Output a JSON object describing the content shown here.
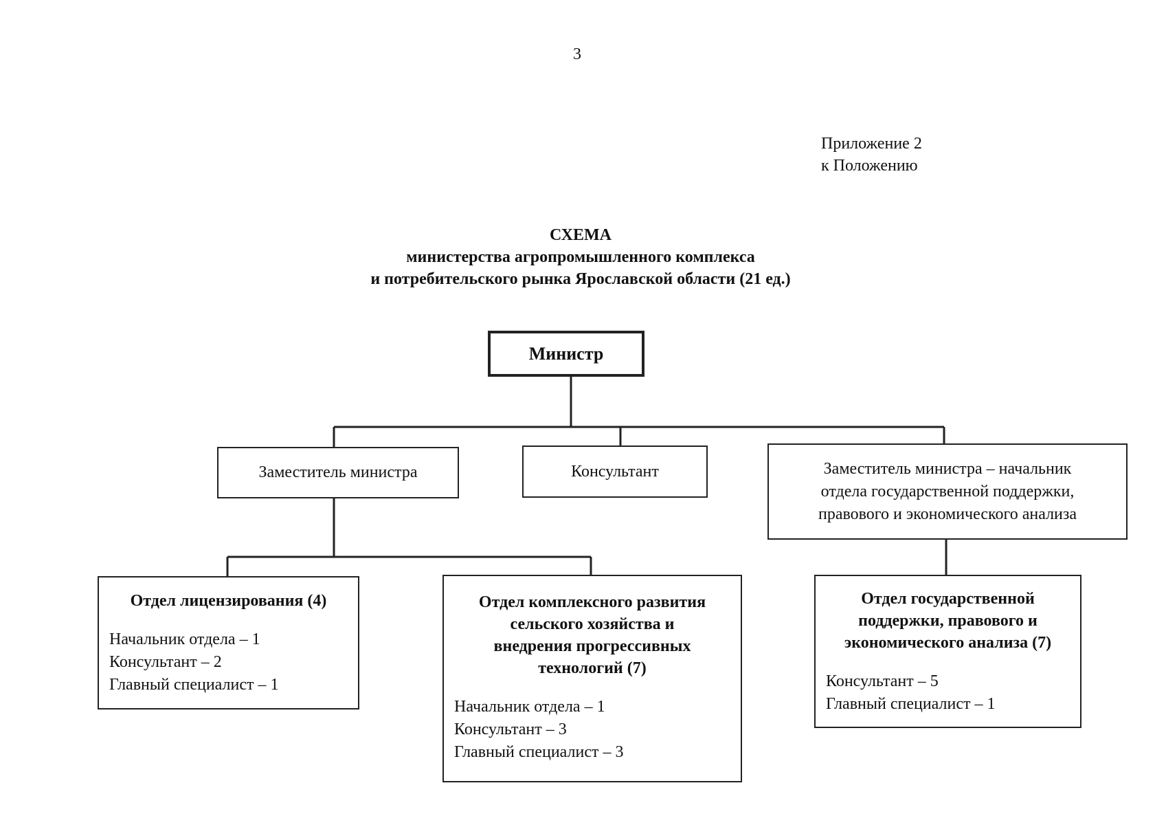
{
  "page_number": "3",
  "appendix": {
    "line1": "Приложение 2",
    "line2": "к Положению"
  },
  "title": {
    "line1": "СХЕМА",
    "line2": "министерства агропромышленного комплекса",
    "line3": "и потребительского рынка Ярославской области (21 ед.)"
  },
  "nodes": {
    "minister": "Министр",
    "deputy": "Заместитель министра",
    "consultant": "Консультант",
    "deputy_head": {
      "line1": "Заместитель министра – начальник",
      "line2": "отдела государственной поддержки,",
      "line3": "правового и экономического анализа"
    },
    "dept_licensing": {
      "title": "Отдел лицензирования (4)",
      "staff": [
        "Начальник отдела – 1",
        "Консультант – 2",
        "Главный специалист – 1"
      ]
    },
    "dept_agri": {
      "title": [
        "Отдел комплексного развития",
        "сельского хозяйства и",
        "внедрения прогрессивных",
        "технологий (7)"
      ],
      "staff": [
        "Начальник отдела – 1",
        "Консультант – 3",
        "Главный специалист – 3"
      ]
    },
    "dept_support": {
      "title": [
        "Отдел государственной",
        "поддержки, правового и",
        "экономического анализа (7)"
      ],
      "staff": [
        "Консультант – 5",
        "Главный специалист – 1"
      ]
    }
  }
}
